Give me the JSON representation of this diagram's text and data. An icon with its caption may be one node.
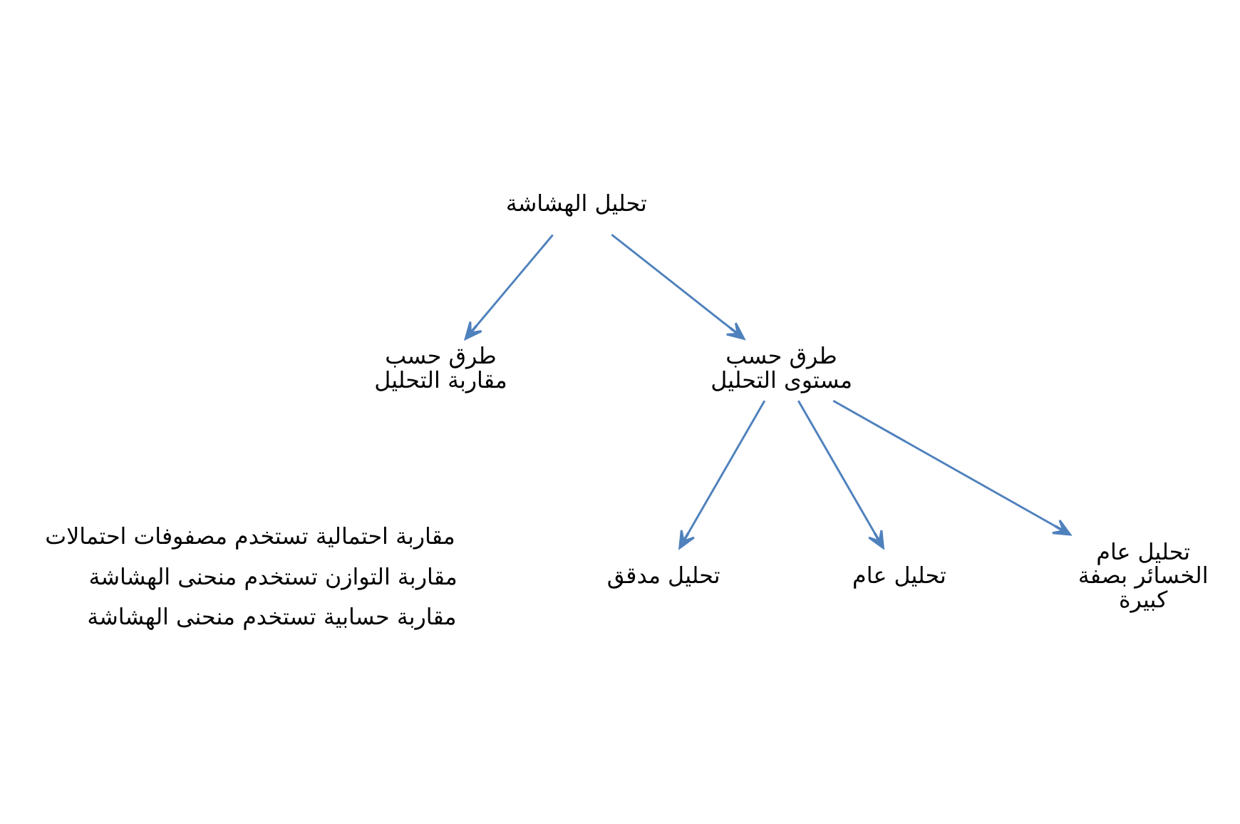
{
  "diagram": {
    "nodes": [
      {
        "text": [
          "تحليل الهشاشة"
        ]
      },
      {
        "text": [
          "طرق حسب مقاربة التحليل"
        ]
      },
      {
        "text": [
          "طرق حسب مستوى التحليل"
        ]
      },
      {
        "text": [
          "تحليل مدقق"
        ]
      },
      {
        "text": [
          "تحليل عام"
        ]
      },
      {
        "text": [
          "تحليل عام الخسائر بصفة كبيرة"
        ]
      }
    ],
    "edges": [
      {
        "from": 0,
        "to": 1,
        "arrow": "to",
        "color": "#4f81bd"
      },
      {
        "from": 0,
        "to": 2,
        "arrow": "to",
        "color": "#4f81bd"
      },
      {
        "from": 2,
        "to": 3,
        "arrow": "to",
        "color": "#4f81bd"
      },
      {
        "from": 2,
        "to": 4,
        "arrow": "to",
        "color": "#4f81bd"
      },
      {
        "from": 2,
        "to": 5,
        "arrow": "to",
        "color": "#4f81bd"
      }
    ],
    "labels": [
      "مقاربة احتمالية تستخدم مصفوفات احتمالات",
      "مقاربة التوازن تستخدم منحنى الهشاشة",
      "مقاربة حسابية تستخدم منحنى الهشاشة"
    ]
  }
}
